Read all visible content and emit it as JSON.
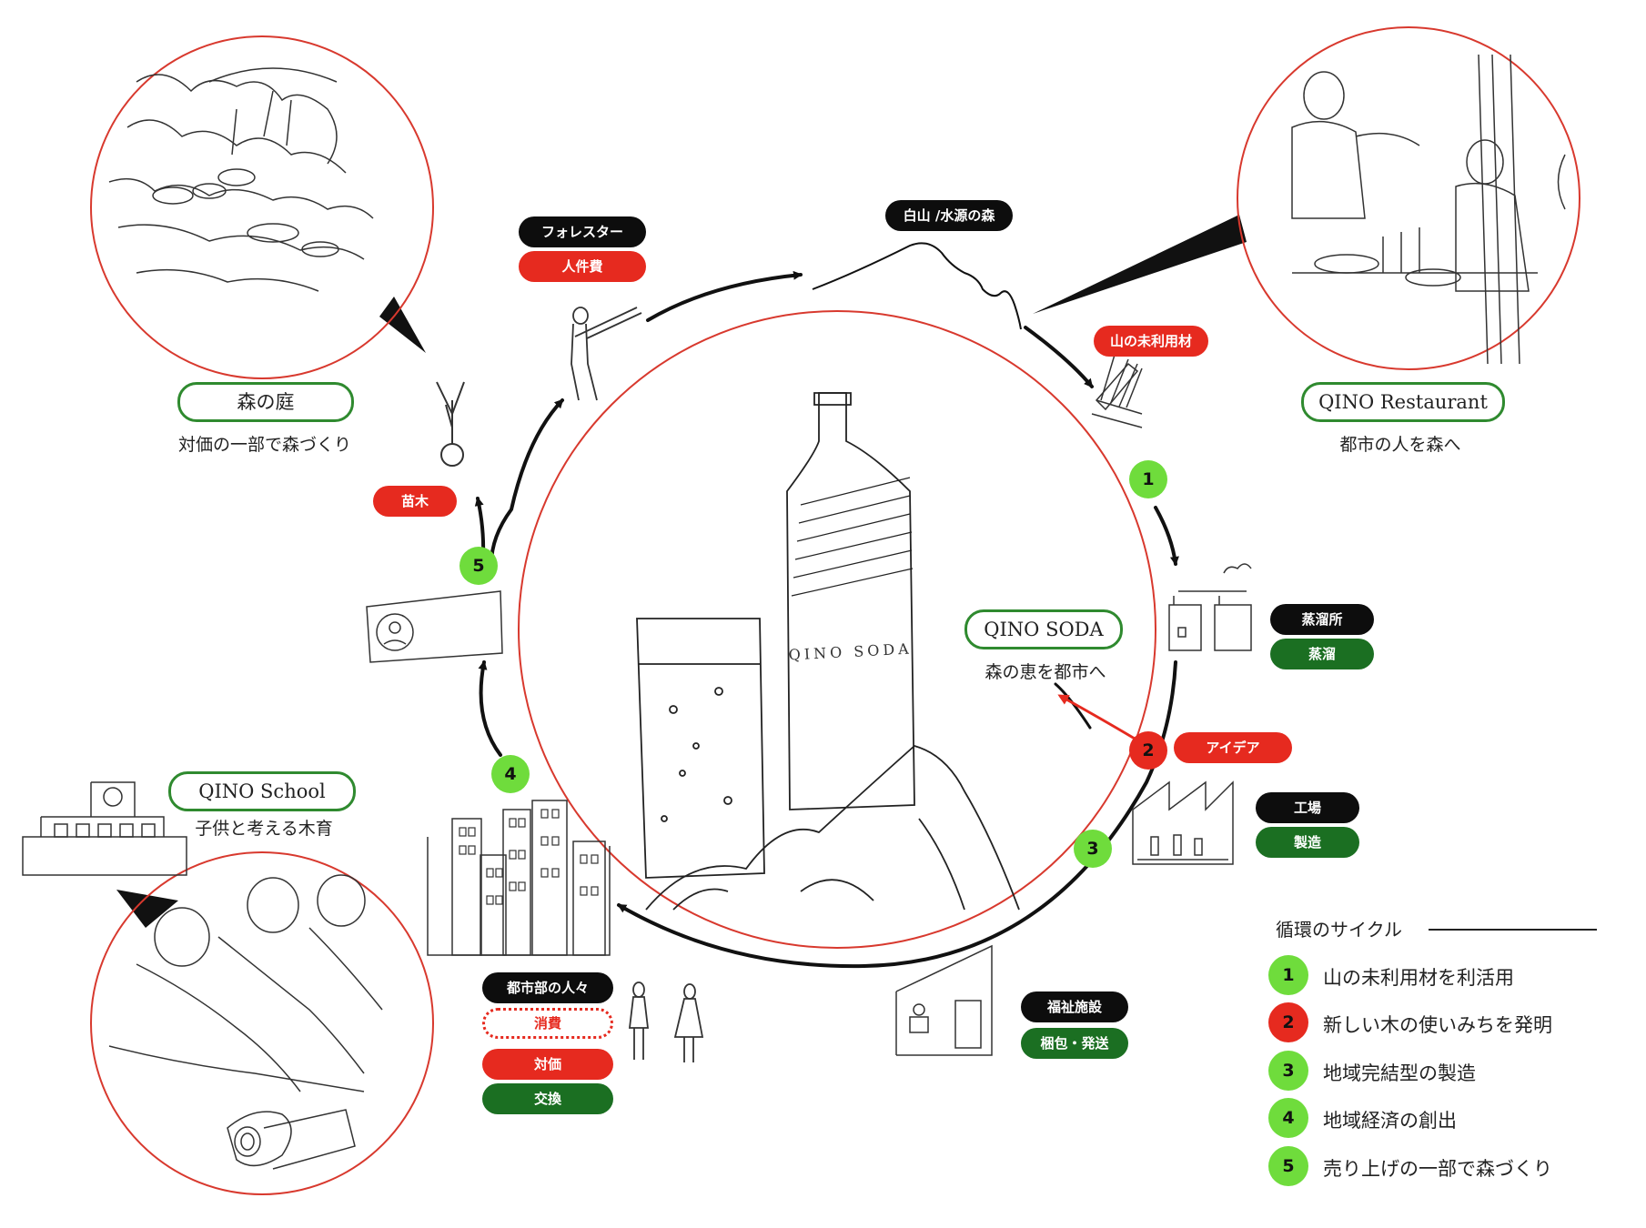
{
  "colors": {
    "accent_red": "#e62a1f",
    "accent_green": "#1b6f22",
    "badge_green": "#6fdc3c",
    "outline_green": "#2f8a2f"
  },
  "sections": {
    "forest_garden": {
      "title": "森の庭",
      "caption": "対価の一部で森づくり"
    },
    "restaurant": {
      "title": "QINO Restaurant",
      "caption": "都市の人を森へ"
    },
    "soda": {
      "title": "QINO SODA",
      "caption": "森の恵を都市へ"
    },
    "school": {
      "title": "QINO School",
      "caption": "子供と考える木育"
    }
  },
  "bottle_lettering": "QINO SODA",
  "tags": {
    "forester": "フォレスター",
    "labor_cost": "人件費",
    "hakusan": "白山 /水源の森",
    "unused_wood": "山の未利用材",
    "seedling": "苗木",
    "distillery": "蒸溜所",
    "distill": "蒸溜",
    "idea": "アイデア",
    "factory": "工場",
    "manufacture": "製造",
    "welfare": "福祉施設",
    "packing_shipping": "梱包・発送",
    "city_people": "都市部の人々",
    "consumption": "消費",
    "payment": "対価",
    "exchange": "交換"
  },
  "cycle_steps": [
    {
      "number": "1",
      "label": "山の未利用材を利活用",
      "color": "green"
    },
    {
      "number": "2",
      "label": "新しい木の使いみちを発明",
      "color": "red"
    },
    {
      "number": "3",
      "label": "地域完結型の製造",
      "color": "green"
    },
    {
      "number": "4",
      "label": "地域経済の創出",
      "color": "green"
    },
    {
      "number": "5",
      "label": "売り上げの一部で森づくり",
      "color": "green"
    }
  ],
  "legend": {
    "title": "循環のサイクル"
  }
}
